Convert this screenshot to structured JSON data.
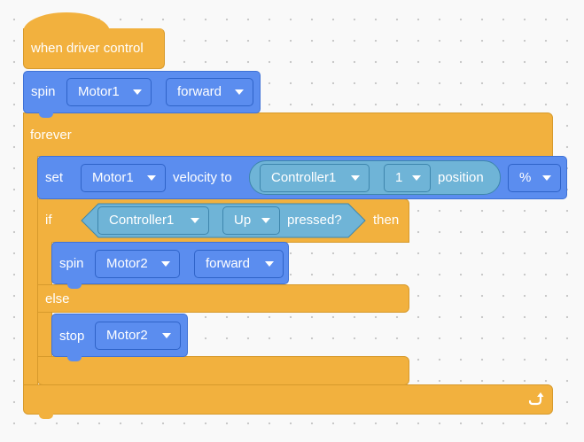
{
  "hat": {
    "label": "when driver control"
  },
  "spin1": {
    "command": "spin",
    "motor": "Motor1",
    "direction": "forward"
  },
  "forever": {
    "label": "forever"
  },
  "setvel": {
    "command": "set",
    "motor": "Motor1",
    "text": "velocity to",
    "controller": "Controller1",
    "axis": "1",
    "axis_text": "position",
    "unit": "%"
  },
  "ifblock": {
    "if_label": "if",
    "controller": "Controller1",
    "button": "Up",
    "pressed_text": "pressed?",
    "then_label": "then",
    "else_label": "else"
  },
  "spin2": {
    "command": "spin",
    "motor": "Motor2",
    "direction": "forward"
  },
  "stop": {
    "command": "stop",
    "motor": "Motor2"
  },
  "colors": {
    "event_orange": "#f2b13e",
    "motion_blue": "#5b8def",
    "sensing_teal": "#6fb4d7"
  },
  "icons": {
    "loop": "loop-arrow-icon",
    "dropdown": "chevron-down-icon"
  }
}
